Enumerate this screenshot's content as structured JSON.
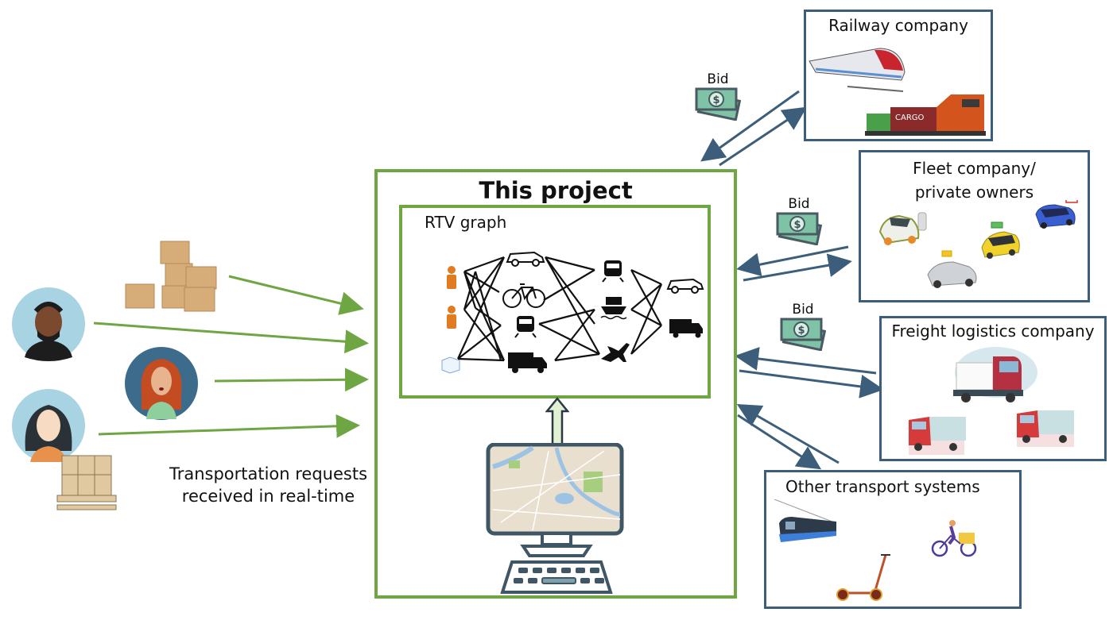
{
  "colors": {
    "green_accent": "#6fa644",
    "blue_accent": "#3d5e7a",
    "person_orange": "#e07b22",
    "money_green": "#7fc3a6"
  },
  "center": {
    "title": "This project",
    "graph_title": "RTV graph",
    "graph_nodes": {
      "requests": [
        "person-icon",
        "person-icon",
        "package-icon"
      ],
      "column1": [
        "car-icon",
        "bicycle-icon",
        "train-icon",
        "truck-icon"
      ],
      "column2": [
        "train-icon",
        "ship-icon",
        "airplane-icon"
      ],
      "column3": [
        "car-icon",
        "truck-icon"
      ]
    },
    "computer_icon": "computer-map-icon"
  },
  "left": {
    "caption_line1": "Transportation requests",
    "caption_line2": "received in real-time",
    "requesters": [
      "boxes-icon",
      "man-avatar",
      "red-haired-woman-avatar",
      "woman-avatar",
      "pallet-icon"
    ]
  },
  "providers": [
    {
      "name": "Railway company",
      "images": [
        "high-speed-train",
        "cargo-train"
      ],
      "bid_label": "Bid"
    },
    {
      "name_line1": "Fleet company/",
      "name_line2": "private owners",
      "images": [
        "smart-car-charging",
        "yellow-car",
        "blue-car",
        "silver-car"
      ],
      "bid_label": "Bid"
    },
    {
      "name": "Freight logistics company",
      "images": [
        "truck-large",
        "truck-small",
        "truck-small"
      ],
      "bid_label": "Bid"
    },
    {
      "name": "Other transport systems",
      "images": [
        "tram",
        "cargo-bike",
        "e-scooter"
      ]
    }
  ]
}
